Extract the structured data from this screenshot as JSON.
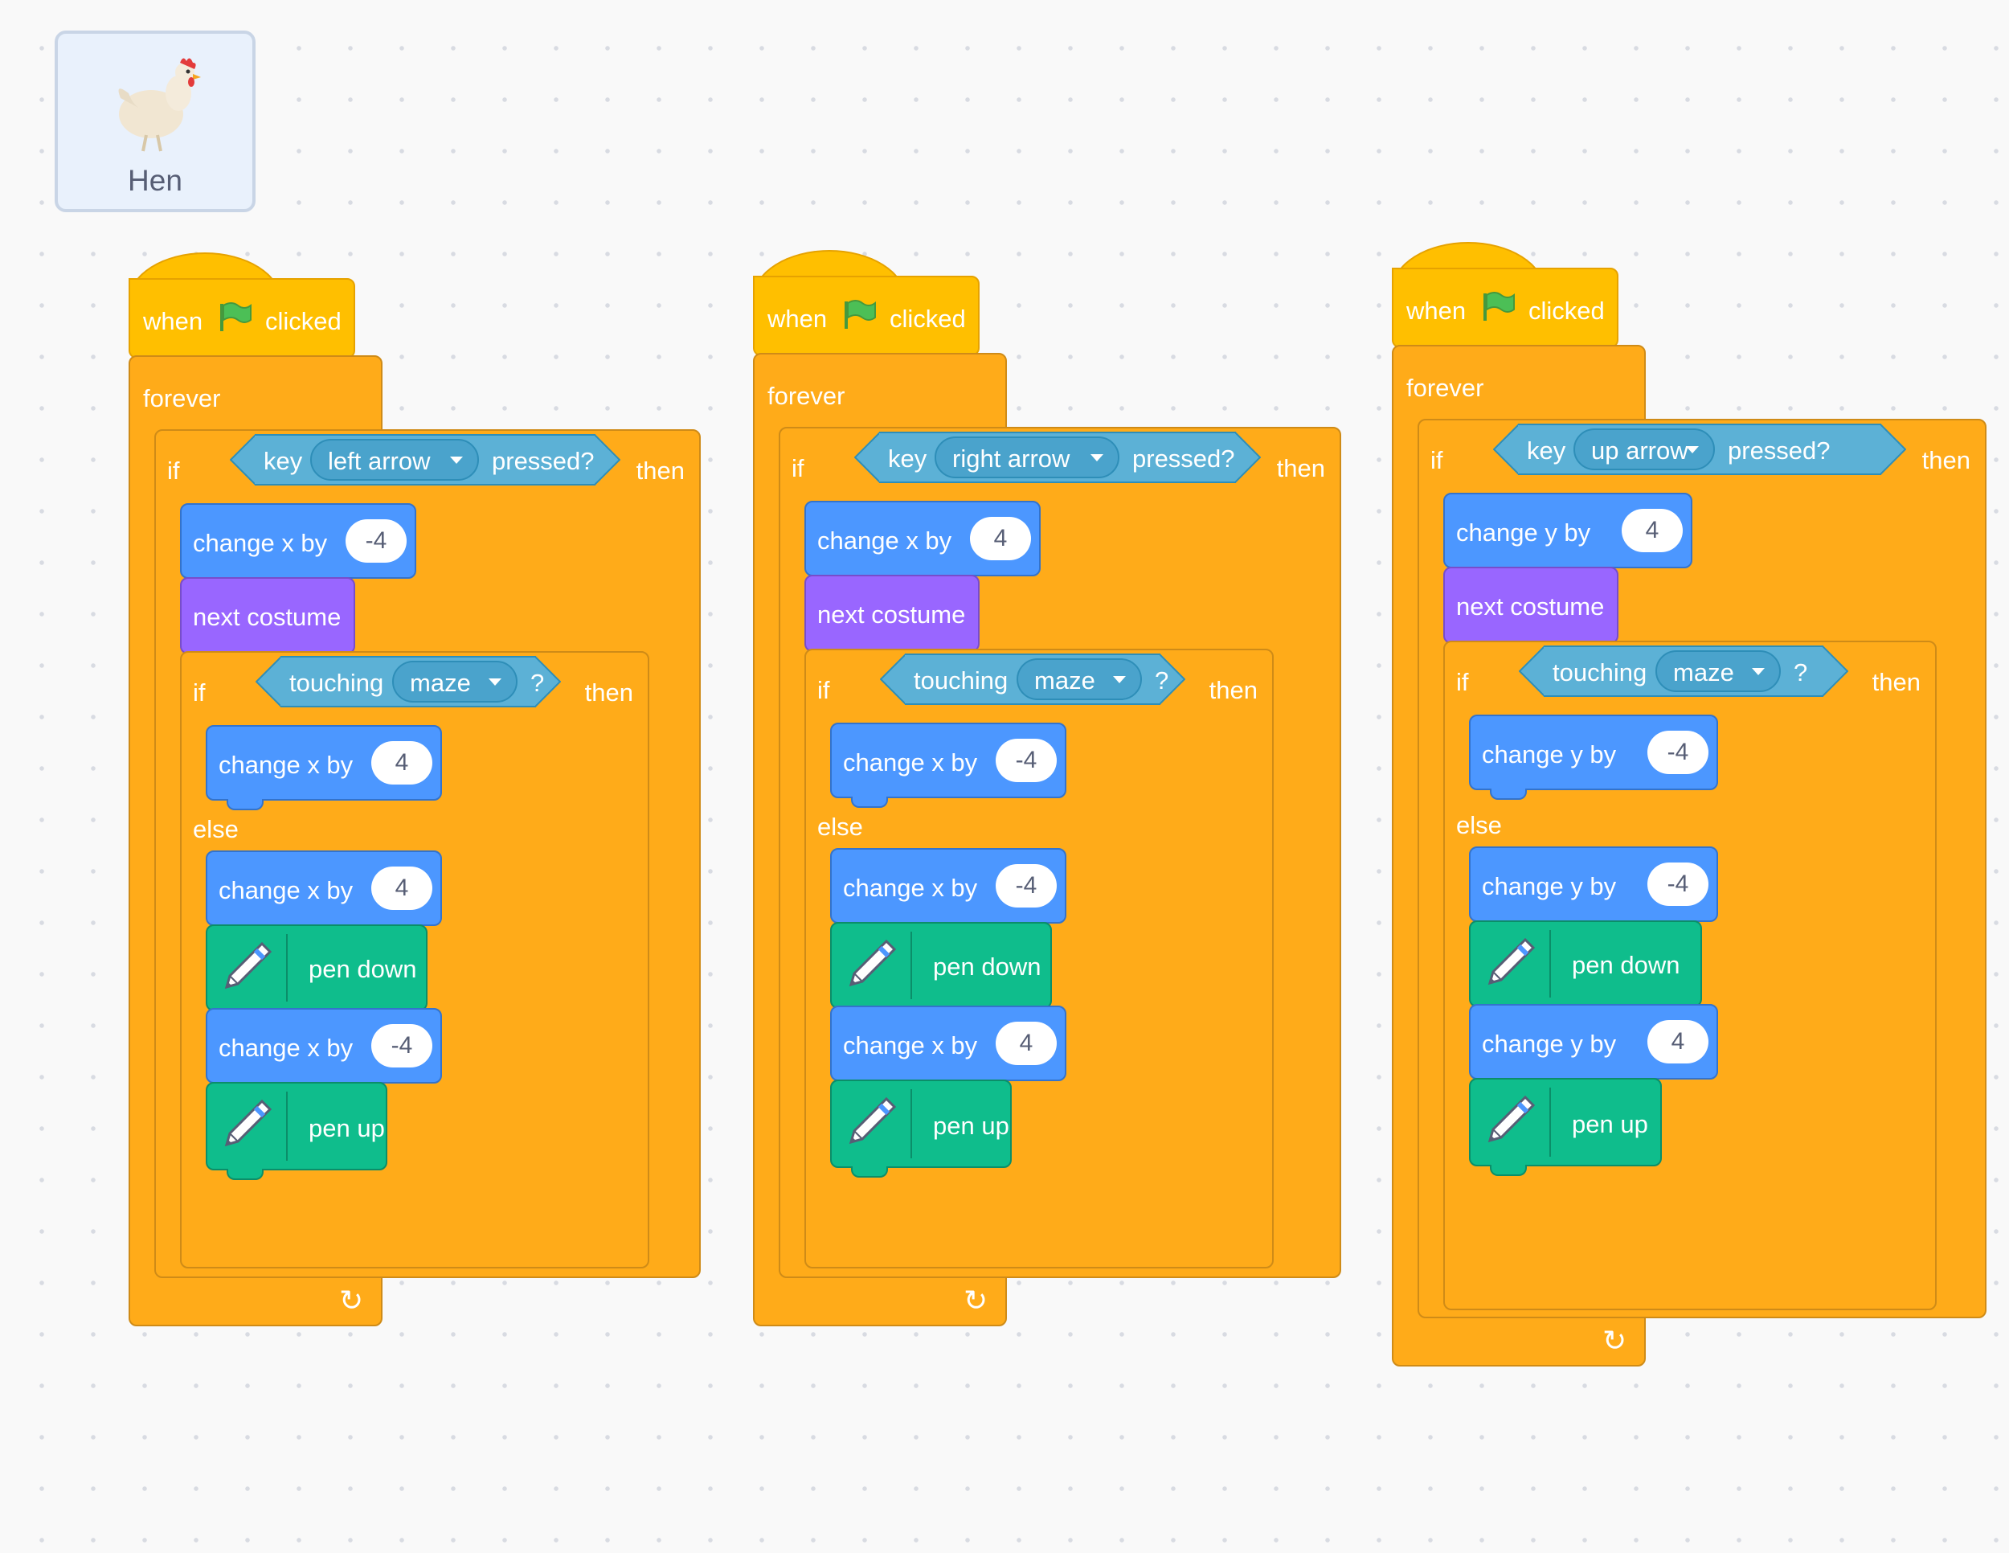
{
  "sprite": {
    "name": "Hen",
    "icon": "hen-sprite-icon"
  },
  "colors": {
    "event": "#ffbf00",
    "control": "#ffab19",
    "motion": "#4c97ff",
    "looks": "#9966ff",
    "pen": "#0fbd8c",
    "sensing": "#5cb1d6"
  },
  "labels": {
    "when": "when",
    "clicked": "clicked",
    "forever": "forever",
    "if": "if",
    "then": "then",
    "else": "else",
    "key": "key",
    "pressed": "pressed?",
    "touching": "touching",
    "qmark": "?",
    "next_costume": "next costume",
    "pen_down": "pen down",
    "pen_up": "pen up"
  },
  "scripts": [
    {
      "key_option": "left arrow",
      "touch_option": "maze",
      "change_label": "change x by",
      "change_value": "-4",
      "if_change_value": "4",
      "else_change1": "4",
      "else_change2": "-4"
    },
    {
      "key_option": "right arrow",
      "touch_option": "maze",
      "change_label": "change x by",
      "change_value": "4",
      "if_change_value": "-4",
      "else_change1": "-4",
      "else_change2": "4"
    },
    {
      "key_option": "up arrow",
      "touch_option": "maze",
      "change_label": "change y by",
      "change_value": "4",
      "if_change_value": "-4",
      "else_change1": "-4",
      "else_change2": "4"
    }
  ]
}
